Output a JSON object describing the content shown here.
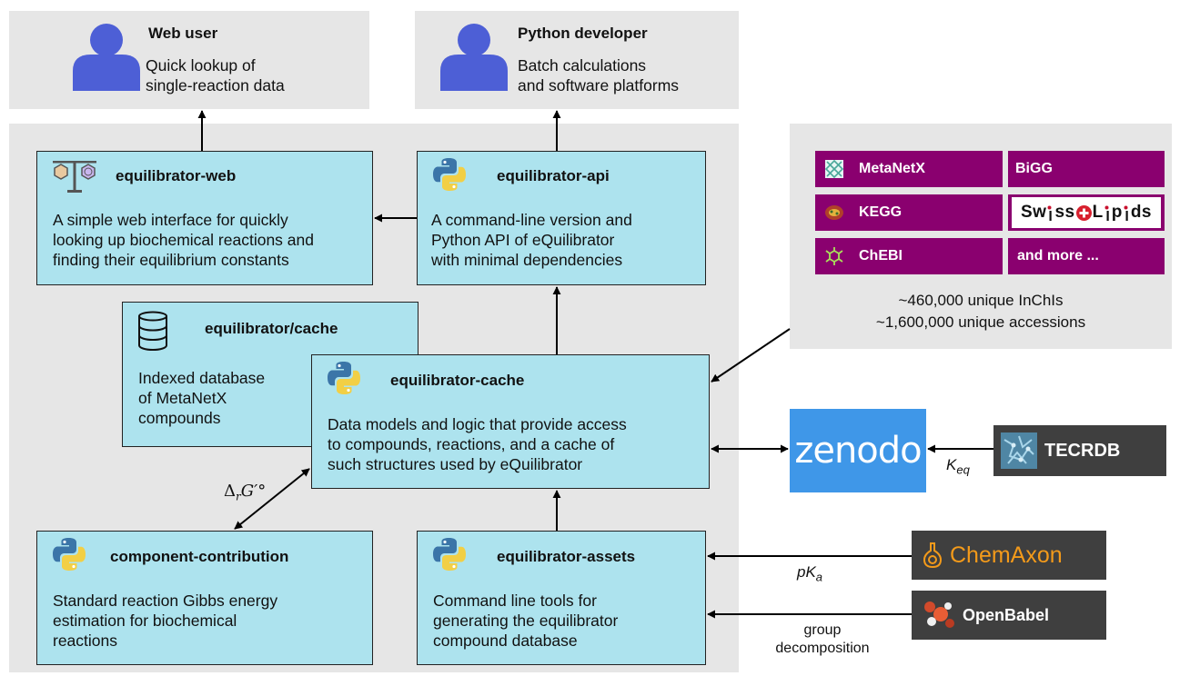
{
  "users": {
    "web": {
      "title": "Web user",
      "desc": "Quick lookup of\nsingle-reaction data"
    },
    "python": {
      "title": "Python developer",
      "desc": "Batch calculations\nand software platforms"
    }
  },
  "boxes": {
    "web": {
      "title": "equilibrator-web",
      "desc": "A simple web interface for quickly\nlooking up biochemical reactions and\nfinding their equilibrium constants"
    },
    "api": {
      "title": "equilibrator-api",
      "desc": "A command-line version and\nPython API of eQuilibrator\nwith minimal dependencies"
    },
    "cache_db": {
      "title": "equilibrator/cache",
      "desc": "Indexed database\nof  MetaNetX\ncompounds"
    },
    "cache": {
      "title": "equilibrator-cache",
      "desc": "Data models and logic that provide access\nto compounds, reactions, and a cache of\nsuch structures used by eQuilibrator"
    },
    "cc": {
      "title": "component-contribution",
      "desc": "Standard reaction Gibbs energy\nestimation for biochemical\nreactions"
    },
    "assets": {
      "title": "equilibrator-assets",
      "desc": "Command line tools for\ngenerating the equilibrator\ncompound database"
    }
  },
  "databases": {
    "metanetx": "MetaNetX",
    "bigg": "BiGG",
    "kegg": "KEGG",
    "swisslipids_1": "Sw",
    "swisslipids_2": "ss",
    "swisslipids_3": "L",
    "swisslipids_4": "p",
    "swisslipids_5": "ds",
    "chebi": "ChEBI",
    "more": "and more ...",
    "stats_line1": "~460,000 unique InChIs",
    "stats_line2": "~1,600,000 unique accessions"
  },
  "external": {
    "zenodo": "zenodo",
    "tecrdb": "TECRDB",
    "chemaxon": "ChemAxon",
    "openbabel": "OpenBabel"
  },
  "edge_labels": {
    "keq_base": "K",
    "keq_sub": "eq",
    "pka_base": "pK",
    "pka_sub": "a",
    "group_decomp": "group\ndecomposition",
    "gibbs_delta": "Δ",
    "gibbs_sub": "r",
    "gibbs_g": "G′°"
  },
  "colors": {
    "panel": "#e6e6e6",
    "box": "#ade3ee",
    "db_cell": "#8a006f",
    "ext_dark": "#3f3f3f",
    "zenodo": "#3f97e8",
    "chemaxon_text": "#f39a1a",
    "user_icon": "#4d5fd6"
  }
}
